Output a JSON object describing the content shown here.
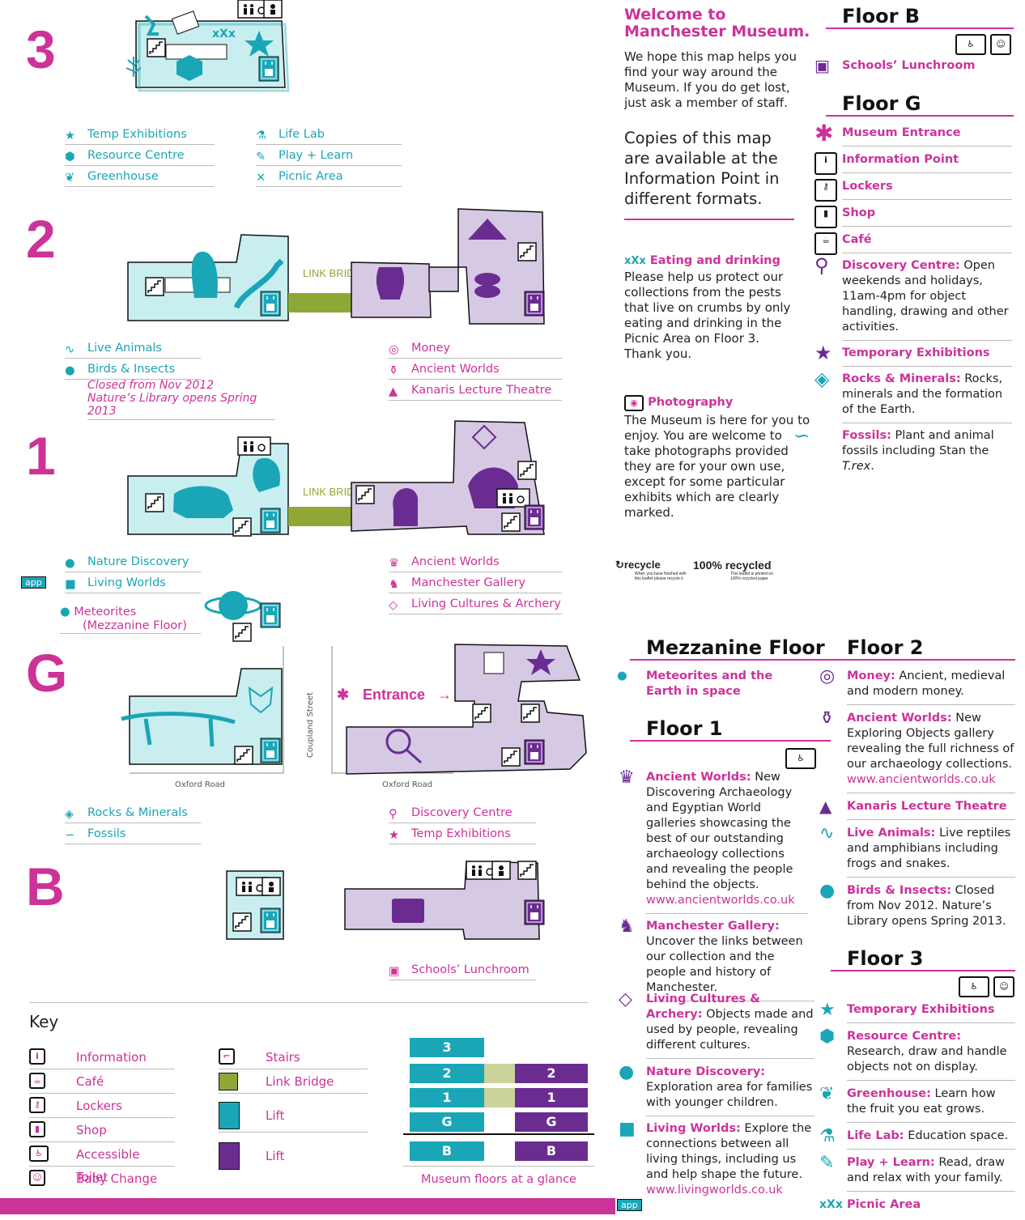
{
  "colors": {
    "magenta": "#cc3399",
    "teal": "#1aa6b7",
    "teal_fill": "#c8eef0",
    "purple": "#6a2c91",
    "purple_fill": "#d6c9e4",
    "green": "#8fa835"
  },
  "floors": {
    "three": {
      "label": "3"
    },
    "two": {
      "label": "2",
      "link_bridge": "LINK BRIDGE"
    },
    "one": {
      "label": "1",
      "link_bridge": "LINK BRIDGE"
    },
    "g": {
      "label": "G",
      "entrance": "Entrance",
      "road_left": "Oxford Road",
      "road_right": "Oxford Road",
      "street": "Coupland Street"
    },
    "b": {
      "label": "B"
    }
  },
  "legend3": {
    "temp": "Temp Exhibitions",
    "resource": "Resource Centre",
    "greenhouse": "Greenhouse",
    "lifelab": "Life Lab",
    "play": "Play + Learn",
    "picnic": "Picnic Area"
  },
  "legend2": {
    "live": "Live Animals",
    "birds": "Birds & Insects",
    "closed": "Closed from Nov 2012",
    "natures": "Nature’s Library opens Spring 2013",
    "money": "Money",
    "ancient": "Ancient Worlds",
    "kanaris": "Kanaris Lecture Theatre"
  },
  "legend1": {
    "nature": "Nature Discovery",
    "living": "Living Worlds",
    "app": "app",
    "meteorites": "Meteorites",
    "mezz": "(Mezzanine Floor)",
    "ancient": "Ancient Worlds",
    "manchester": "Manchester Gallery",
    "cultures": "Living Cultures & Archery"
  },
  "legendG": {
    "rocks": "Rocks & Minerals",
    "fossils": "Fossils",
    "discovery": "Discovery Centre",
    "temp": "Temp Exhibitions"
  },
  "legendB": {
    "schools": "Schools’ Lunchroom"
  },
  "key": {
    "title": "Key",
    "information": "Information",
    "cafe": "Café",
    "lockers": "Lockers",
    "shop": "Shop",
    "toilet": "Accessible Toilet",
    "baby": "Baby Change",
    "stairs": "Stairs",
    "link": "Link Bridge",
    "lift1": "Lift",
    "lift2": "Lift"
  },
  "glance": {
    "caption": "Museum floors at a glance",
    "f3": "3",
    "f2": "2",
    "f1": "1",
    "fG": "G",
    "fB": "B"
  },
  "welcome": {
    "title1": "Welcome to",
    "title2": "Manchester Museum.",
    "p1": "We hope this map helps you find your way around the Museum. If you do get lost, just ask a member of staff.",
    "p2": "Copies of this map are available at the Information Point in different formats.",
    "eating_title": "Eating and drinking",
    "eating": "Please help us protect our collections from the pests that live on crumbs by only eating and drinking in the Picnic Area on Floor 3. Thank you.",
    "photo_title": "Photography",
    "photo": "The Museum is here for you to enjoy. You are welcome to take photographs provided they are for your own use, except for some particular exhibits which are clearly marked.",
    "recycle": "recycle",
    "recycle_small": "When you have finished with this leaflet please recycle it",
    "recycled": "100% recycled",
    "recycled_small": "This leaflet is printed on 100% recycled paper"
  },
  "floorB": {
    "title": "Floor B",
    "schools": "Schools’ Lunchroom"
  },
  "floorG": {
    "title": "Floor G",
    "entrance": "Museum Entrance",
    "info": "Information Point",
    "lockers": "Lockers",
    "shop": "Shop",
    "cafe": "Café",
    "discovery_t": "Discovery Centre:",
    "discovery": " Open weekends and holidays, 11am-4pm for object handling, drawing and other activities.",
    "temp": "Temporary Exhibitions",
    "rocks_t": "Rocks & Minerals:",
    "rocks": " Rocks, minerals and the formation of the Earth.",
    "fossils_t": "Fossils:",
    "fossils": " Plant and animal fossils including Stan the ",
    "trex": "T.rex",
    "trex_end": "."
  },
  "mezz": {
    "title": "Mezzanine Floor",
    "meteorites": "Meteorites and the Earth in space"
  },
  "floor1": {
    "title": "Floor 1",
    "ancient_t": "Ancient Worlds:",
    "ancient": " New Discovering Archaeology and Egyptian World galleries showcasing the best of our outstanding archaeology collections and revealing the people behind the objects.",
    "ancient_url": "www.ancientworlds.co.uk",
    "manchester_t": "Manchester Gallery:",
    "manchester": " Uncover the links between our collection and the people and history of Manchester.",
    "cultures_t": "Living Cultures & Archery:",
    "cultures": " Objects made and used by people, revealing different cultures.",
    "nature_t": "Nature Discovery:",
    "nature": " Exploration area for families with younger children.",
    "living_t": "Living Worlds:",
    "living": " Explore the connections between all living things, including us and help shape the future.",
    "living_url": "www.livingworlds.co.uk",
    "app": "app"
  },
  "floor2": {
    "title": "Floor 2",
    "money_t": "Money:",
    "money": " Ancient, medieval and modern money.",
    "ancient_t": "Ancient Worlds:",
    "ancient": " New Exploring Objects gallery revealing the full richness of our archaeology collections.",
    "ancient_url": "www.ancientworlds.co.uk",
    "kanaris": "Kanaris Lecture Theatre",
    "live_t": "Live Animals:",
    "live": " Live reptiles and amphibians including frogs and snakes.",
    "birds_t": "Birds & Insects:",
    "birds": " Closed from Nov 2012. Nature’s Library opens Spring 2013."
  },
  "floor3": {
    "title": "Floor 3",
    "temp": "Temporary Exhibitions",
    "resource_t": "Resource Centre:",
    "resource": " Research, draw and handle objects not on display.",
    "greenhouse_t": "Greenhouse:",
    "greenhouse": " Learn how the fruit you eat grows.",
    "lifelab_t": "Life Lab:",
    "lifelab": " Education space.",
    "play_t": "Play + Learn:",
    "play": " Read, draw and relax with your family.",
    "picnic": "Picnic Area"
  }
}
